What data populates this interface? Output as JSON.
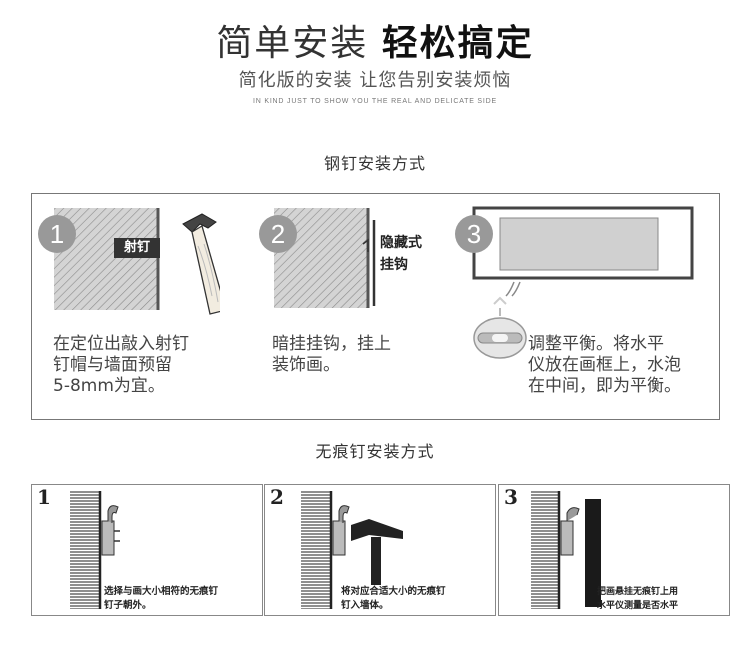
{
  "header": {
    "title_light": "简单安装",
    "title_bold": "轻松搞定",
    "subtitle": "简化版的安装 让您告别安装烦恼",
    "tagline": "IN KIND JUST TO SHOW YOU THE REAL AND DELICATE SIDE"
  },
  "nail_section": {
    "heading": "钢钉安装方式",
    "steps": [
      {
        "number": "1",
        "label": "射钉",
        "text": "在定位出敲入射钉\n钉帽与墙面预留\n5-8mm为宜。"
      },
      {
        "number": "2",
        "label_line1": "隐藏式",
        "label_line2": "挂钩",
        "text": "暗挂挂钩，挂上\n装饰画。"
      },
      {
        "number": "3",
        "text": "调整平衡。将水平\n仪放在画框上，水泡\n在中间，即为平衡。"
      }
    ]
  },
  "traceless_section": {
    "heading": "无痕钉安装方式",
    "steps": [
      {
        "number": "1",
        "text": "选择与画大小相符的无痕钉\n钉子朝外。"
      },
      {
        "number": "2",
        "text": "将对应合适大小的无痕钉\n钉入墙体。"
      },
      {
        "number": "3",
        "text": "把画悬挂无痕钉上用\n水平仪测量是否水平"
      }
    ]
  },
  "colors": {
    "badge": "#999999",
    "border": "#777777",
    "text": "#333333"
  }
}
